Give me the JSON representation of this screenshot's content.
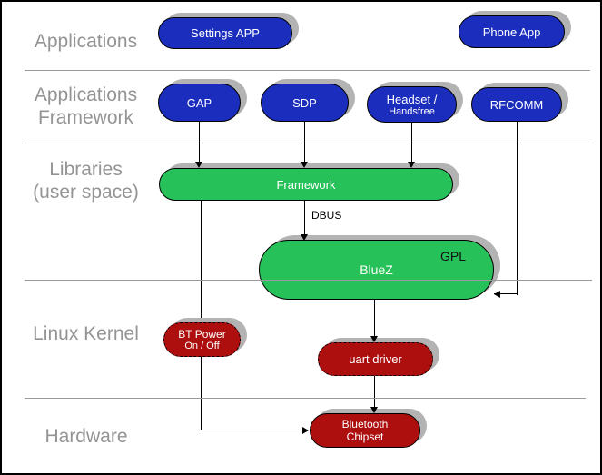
{
  "diagram": {
    "title_semantic": "Bluetooth software stack architecture",
    "layers": [
      {
        "id": "applications",
        "line1": "Applications",
        "line2": ""
      },
      {
        "id": "applications-framework",
        "line1": "Applications",
        "line2": "Framework"
      },
      {
        "id": "libraries-user-space",
        "line1": "Libraries",
        "line2": "(user space)"
      },
      {
        "id": "linux-kernel",
        "line1": "Linux Kernel",
        "line2": ""
      },
      {
        "id": "hardware",
        "line1": "Hardware",
        "line2": ""
      }
    ],
    "nodes": {
      "settings_app": {
        "label": "Settings APP"
      },
      "phone_app": {
        "label": "Phone App"
      },
      "gap": {
        "label": "GAP"
      },
      "sdp": {
        "label": "SDP"
      },
      "headset": {
        "line1": "Headset /",
        "line2": "Handsfree"
      },
      "rfcomm": {
        "label": "RFCOMM"
      },
      "framework": {
        "label": "Framework"
      },
      "bluez": {
        "label": "BlueZ",
        "badge": "GPL"
      },
      "bt_power": {
        "line1": "BT Power",
        "line2": "On / Off"
      },
      "uart_driver": {
        "label": "uart driver"
      },
      "bluetooth_chipset": {
        "line1": "Bluetooth",
        "line2": "Chipset"
      }
    },
    "edges": {
      "dbus_label": "DBUS"
    },
    "colors": {
      "app_node": "#1b2dbd",
      "user_space_node": "#26c159",
      "kernel_node": "#ad0f0f",
      "layer_label_text": "#949494",
      "divider": "#9a9a9a",
      "shadow": "#b3b3b3",
      "node_text": "#ffffff"
    }
  }
}
